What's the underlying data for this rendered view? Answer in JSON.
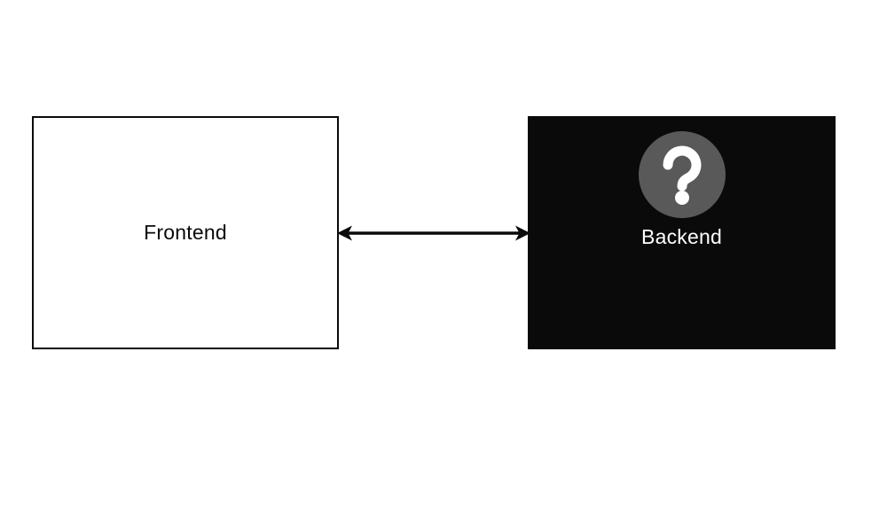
{
  "diagram": {
    "frontend": {
      "label": "Frontend",
      "fill_color": "#ffffff",
      "border_color": "#0a0a0a",
      "text_color": "#0a0a0a"
    },
    "backend": {
      "label": "Backend",
      "fill_color": "#0a0a0a",
      "text_color": "#ffffff",
      "icon": "question-mark-icon",
      "icon_circle_color": "#595959",
      "icon_glyph_color": "#ffffff"
    },
    "connector": {
      "type": "double-headed-arrow",
      "color": "#0a0a0a"
    },
    "background_color": "#ffffff"
  }
}
